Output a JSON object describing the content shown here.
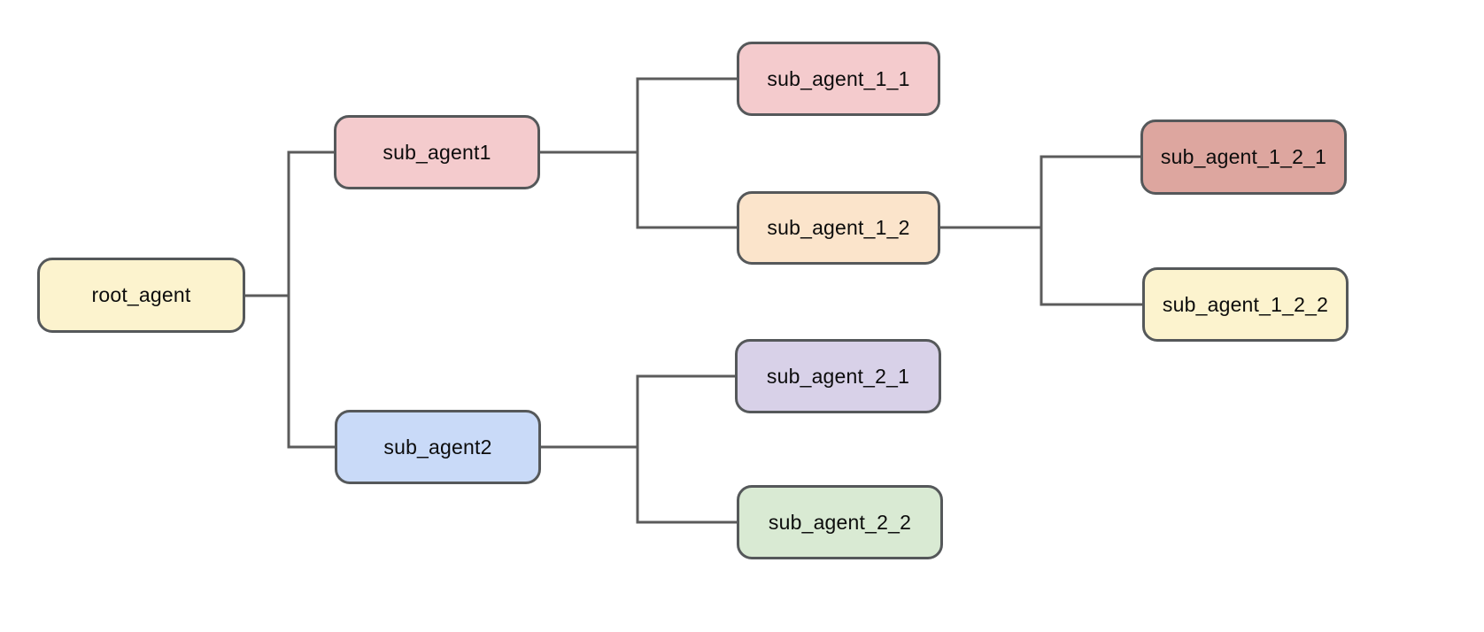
{
  "diagram": {
    "type": "tree",
    "orientation": "left-to-right",
    "background_color": "#ffffff",
    "line_color": "#5b5b5b",
    "border_color": "#55585a",
    "text_color": "#0c0c0c",
    "nodes": [
      {
        "id": "root_agent",
        "label": "root_agent",
        "fill": "#fcf3ce",
        "parent": null
      },
      {
        "id": "sub_agent1",
        "label": "sub_agent1",
        "fill": "#f4cbcd",
        "parent": "root_agent"
      },
      {
        "id": "sub_agent2",
        "label": "sub_agent2",
        "fill": "#c9daf8",
        "parent": "root_agent"
      },
      {
        "id": "sub_agent_1_1",
        "label": "sub_agent_1_1",
        "fill": "#f4cbcd",
        "parent": "sub_agent1"
      },
      {
        "id": "sub_agent_1_2",
        "label": "sub_agent_1_2",
        "fill": "#fbe4cb",
        "parent": "sub_agent1"
      },
      {
        "id": "sub_agent_1_2_1",
        "label": "sub_agent_1_2_1",
        "fill": "#dda69f",
        "parent": "sub_agent_1_2"
      },
      {
        "id": "sub_agent_1_2_2",
        "label": "sub_agent_1_2_2",
        "fill": "#fcf3ce",
        "parent": "sub_agent_1_2"
      },
      {
        "id": "sub_agent_2_1",
        "label": "sub_agent_2_1",
        "fill": "#d8d1e8",
        "parent": "sub_agent2"
      },
      {
        "id": "sub_agent_2_2",
        "label": "sub_agent_2_2",
        "fill": "#d9ead3",
        "parent": "sub_agent2"
      }
    ],
    "edges": [
      {
        "from": "root_agent",
        "to": "sub_agent1"
      },
      {
        "from": "root_agent",
        "to": "sub_agent2"
      },
      {
        "from": "sub_agent1",
        "to": "sub_agent_1_1"
      },
      {
        "from": "sub_agent1",
        "to": "sub_agent_1_2"
      },
      {
        "from": "sub_agent_1_2",
        "to": "sub_agent_1_2_1"
      },
      {
        "from": "sub_agent_1_2",
        "to": "sub_agent_1_2_2"
      },
      {
        "from": "sub_agent2",
        "to": "sub_agent_2_1"
      },
      {
        "from": "sub_agent2",
        "to": "sub_agent_2_2"
      }
    ]
  }
}
